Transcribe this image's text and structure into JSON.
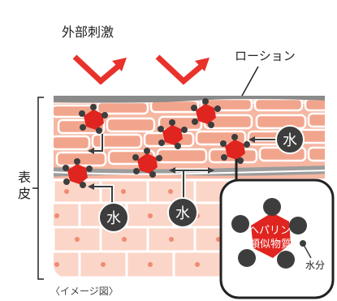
{
  "labels": {
    "external_stimulus": "外部刺激",
    "lotion": "ローション",
    "epidermis": "表皮",
    "water": "水",
    "heparinoid_line1": "ヘパリン",
    "heparinoid_line2": "類似物質",
    "water_component": "水分",
    "image_note": "〈イメージ図〉"
  },
  "icons": [
    "reflected-arrow-icon",
    "water-droplet-icon",
    "heparinoid-molecule-icon",
    "flow-arrow-icon"
  ],
  "colors": {
    "arrow_red": "#e8322b",
    "molecule_red": "#e0241f",
    "water_dark": "#3d3d3d",
    "lotion_gray": "#8a8a8a",
    "cell_salmon": "#f2a58d",
    "cell_pale": "#fde6dc",
    "cell_border": "#ffffff"
  }
}
